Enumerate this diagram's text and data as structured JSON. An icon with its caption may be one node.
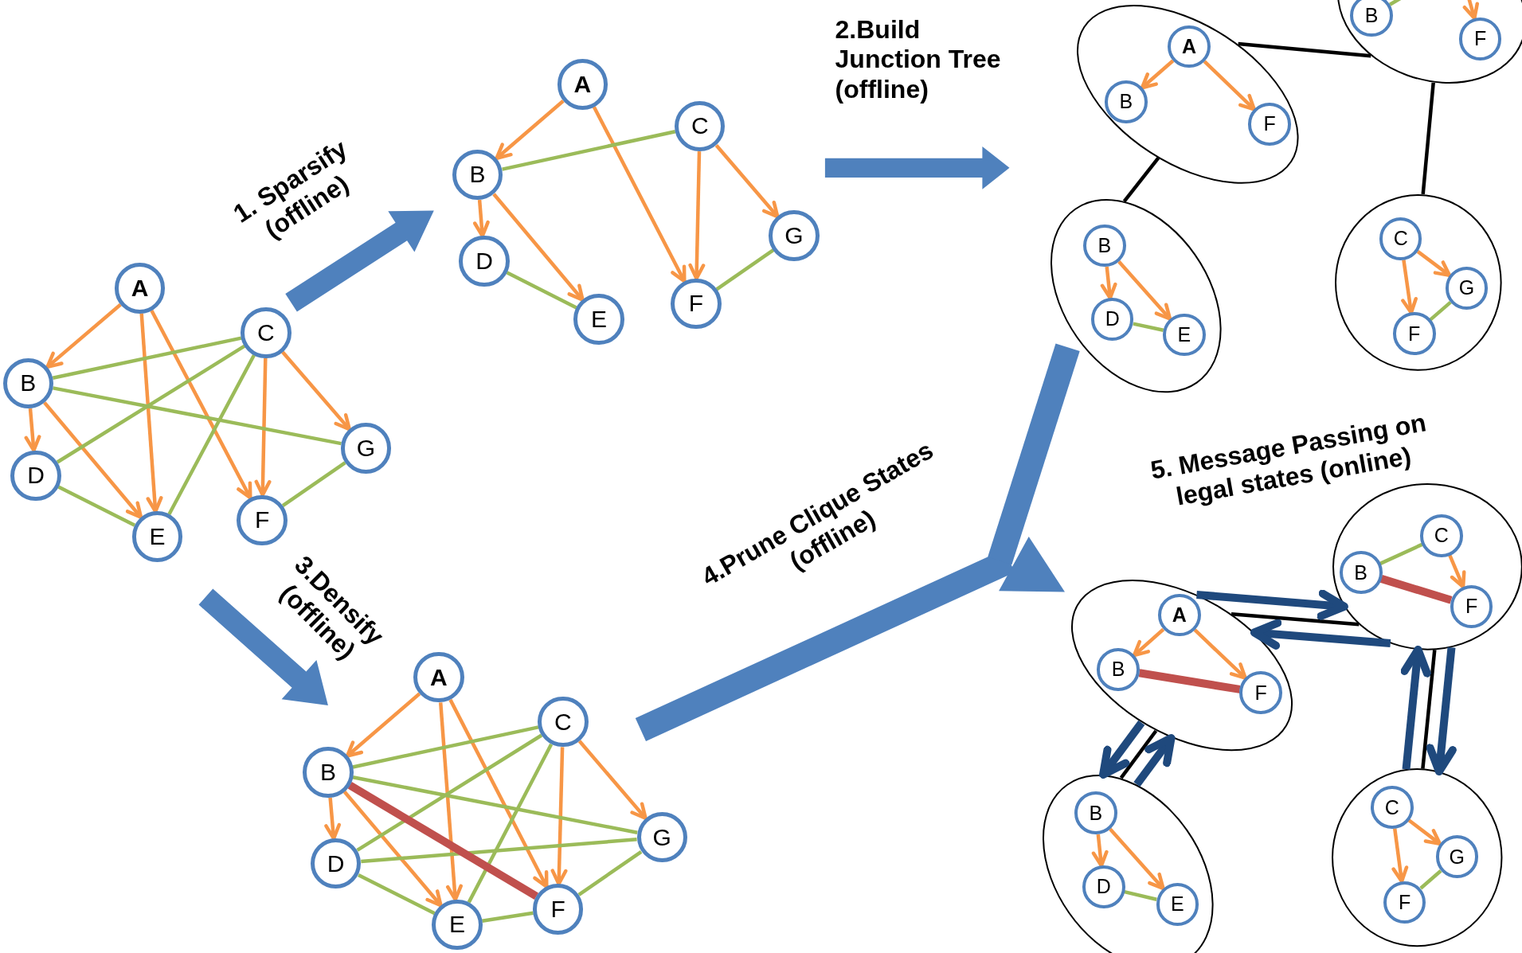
{
  "diagram": {
    "nodes": [
      {
        "text": [
          "A"
        ]
      },
      {
        "text": [
          "B"
        ]
      },
      {
        "text": [
          "C"
        ]
      },
      {
        "text": [
          "D"
        ]
      },
      {
        "text": [
          "E"
        ]
      },
      {
        "text": [
          "F"
        ]
      },
      {
        "text": [
          "G"
        ]
      },
      {
        "text": [
          "A"
        ]
      },
      {
        "text": [
          "B"
        ]
      },
      {
        "text": [
          "C"
        ]
      },
      {
        "text": [
          "D"
        ]
      },
      {
        "text": [
          "E"
        ]
      },
      {
        "text": [
          "F"
        ]
      },
      {
        "text": [
          "G"
        ]
      },
      {
        "text": [
          "A"
        ]
      },
      {
        "text": [
          "B"
        ]
      },
      {
        "text": [
          "C"
        ]
      },
      {
        "text": [
          "D"
        ]
      },
      {
        "text": [
          "E"
        ]
      },
      {
        "text": [
          "F"
        ]
      },
      {
        "text": [
          "G"
        ]
      },
      {
        "text": [],
        "shape": "ellipse"
      },
      {
        "text": [
          "A"
        ],
        "in": 21
      },
      {
        "text": [
          "B"
        ],
        "in": 21
      },
      {
        "text": [
          "F"
        ],
        "in": 21
      },
      {
        "text": [],
        "shape": "ellipse"
      },
      {
        "text": [
          "B"
        ],
        "in": 25
      },
      {
        "text": [
          "F"
        ],
        "in": 25
      },
      {
        "text": [],
        "shape": "ellipse"
      },
      {
        "text": [
          "B"
        ],
        "in": 28
      },
      {
        "text": [
          "D"
        ],
        "in": 28
      },
      {
        "text": [
          "E"
        ],
        "in": 28
      },
      {
        "text": [],
        "shape": "ellipse"
      },
      {
        "text": [
          "C"
        ],
        "in": 32
      },
      {
        "text": [
          "G"
        ],
        "in": 32
      },
      {
        "text": [
          "F"
        ],
        "in": 32
      },
      {
        "text": [],
        "shape": "ellipse"
      },
      {
        "text": [
          "A"
        ],
        "in": 36
      },
      {
        "text": [
          "B"
        ],
        "in": 36
      },
      {
        "text": [
          "F"
        ],
        "in": 36
      },
      {
        "text": [],
        "shape": "ellipse"
      },
      {
        "text": [
          "B"
        ],
        "in": 40
      },
      {
        "text": [
          "C"
        ],
        "in": 40
      },
      {
        "text": [
          "F"
        ],
        "in": 40
      },
      {
        "text": [],
        "shape": "ellipse"
      },
      {
        "text": [
          "B"
        ],
        "in": 44
      },
      {
        "text": [
          "D"
        ],
        "in": 44
      },
      {
        "text": [
          "E"
        ],
        "in": 44
      },
      {
        "text": [],
        "shape": "ellipse"
      },
      {
        "text": [
          "C"
        ],
        "in": 48
      },
      {
        "text": [
          "G"
        ],
        "in": 48
      },
      {
        "text": [
          "F"
        ],
        "in": 48
      }
    ],
    "edges": [
      {
        "from": 0,
        "to": 1,
        "arrow": "to"
      },
      {
        "from": 0,
        "to": 4,
        "arrow": "to"
      },
      {
        "from": 0,
        "to": 5,
        "arrow": "to"
      },
      {
        "from": 1,
        "to": 3,
        "arrow": "to"
      },
      {
        "from": 1,
        "to": 4,
        "arrow": "to"
      },
      {
        "from": 2,
        "to": 5,
        "arrow": "to"
      },
      {
        "from": 2,
        "to": 6,
        "arrow": "to"
      },
      {
        "from": 1,
        "to": 2,
        "arrow": "none",
        "color": "#9bbb59"
      },
      {
        "from": 1,
        "to": 6,
        "arrow": "none",
        "color": "#9bbb59"
      },
      {
        "from": 3,
        "to": 2,
        "arrow": "none",
        "color": "#9bbb59"
      },
      {
        "from": 3,
        "to": 4,
        "arrow": "none",
        "color": "#9bbb59"
      },
      {
        "from": 4,
        "to": 2,
        "arrow": "none",
        "color": "#9bbb59"
      },
      {
        "from": 5,
        "to": 6,
        "arrow": "none",
        "color": "#9bbb59"
      },
      {
        "from": 7,
        "to": 8,
        "arrow": "to"
      },
      {
        "from": 7,
        "to": 12,
        "arrow": "to"
      },
      {
        "from": 8,
        "to": 10,
        "arrow": "to"
      },
      {
        "from": 8,
        "to": 11,
        "arrow": "to"
      },
      {
        "from": 9,
        "to": 12,
        "arrow": "to"
      },
      {
        "from": 9,
        "to": 13,
        "arrow": "to"
      },
      {
        "from": 8,
        "to": 9,
        "arrow": "none",
        "color": "#9bbb59"
      },
      {
        "from": 10,
        "to": 11,
        "arrow": "none",
        "color": "#9bbb59"
      },
      {
        "from": 12,
        "to": 13,
        "arrow": "none",
        "color": "#9bbb59"
      },
      {
        "from": 14,
        "to": 15,
        "arrow": "to"
      },
      {
        "from": 14,
        "to": 18,
        "arrow": "to"
      },
      {
        "from": 14,
        "to": 19,
        "arrow": "to"
      },
      {
        "from": 15,
        "to": 17,
        "arrow": "to"
      },
      {
        "from": 15,
        "to": 18,
        "arrow": "to"
      },
      {
        "from": 16,
        "to": 19,
        "arrow": "to"
      },
      {
        "from": 16,
        "to": 20,
        "arrow": "to"
      },
      {
        "from": 15,
        "to": 16,
        "arrow": "none",
        "color": "#9bbb59"
      },
      {
        "from": 15,
        "to": 20,
        "arrow": "none",
        "color": "#9bbb59"
      },
      {
        "from": 17,
        "to": 16,
        "arrow": "none",
        "color": "#9bbb59"
      },
      {
        "from": 17,
        "to": 20,
        "arrow": "none",
        "color": "#9bbb59"
      },
      {
        "from": 17,
        "to": 18,
        "arrow": "none",
        "color": "#9bbb59"
      },
      {
        "from": 18,
        "to": 16,
        "arrow": "none",
        "color": "#9bbb59"
      },
      {
        "from": 18,
        "to": 19,
        "arrow": "none",
        "color": "#9bbb59"
      },
      {
        "from": 19,
        "to": 20,
        "arrow": "none",
        "color": "#9bbb59"
      },
      {
        "from": 15,
        "to": 19,
        "arrow": "none",
        "style": "thick",
        "color": "#c0504d"
      },
      {
        "from": 22,
        "to": 23,
        "arrow": "to"
      },
      {
        "from": 22,
        "to": 24,
        "arrow": "to"
      },
      {
        "from": 26,
        "to": null,
        "arrow": "none",
        "color": "#9bbb59"
      },
      {
        "from": null,
        "to": 27,
        "arrow": "to"
      },
      {
        "from": 29,
        "to": 30,
        "arrow": "to"
      },
      {
        "from": 29,
        "to": 31,
        "arrow": "to"
      },
      {
        "from": 30,
        "to": 31,
        "arrow": "none",
        "color": "#9bbb59"
      },
      {
        "from": 33,
        "to": 34,
        "arrow": "to"
      },
      {
        "from": 33,
        "to": 35,
        "arrow": "to"
      },
      {
        "from": 35,
        "to": 34,
        "arrow": "none",
        "color": "#9bbb59"
      },
      {
        "from": 21,
        "to": 25,
        "arrow": "none",
        "color": "#000000"
      },
      {
        "from": 21,
        "to": 28,
        "arrow": "none",
        "color": "#000000"
      },
      {
        "from": 25,
        "to": 32,
        "arrow": "none",
        "color": "#000000"
      },
      {
        "from": 37,
        "to": 38,
        "arrow": "to"
      },
      {
        "from": 37,
        "to": 39,
        "arrow": "to"
      },
      {
        "from": 38,
        "to": 39,
        "arrow": "none",
        "style": "thick",
        "color": "#c0504d"
      },
      {
        "from": 42,
        "to": 41,
        "arrow": "none",
        "color": "#9bbb59"
      },
      {
        "from": 42,
        "to": 43,
        "arrow": "to"
      },
      {
        "from": 41,
        "to": 43,
        "arrow": "none",
        "style": "thick",
        "color": "#c0504d"
      },
      {
        "from": 45,
        "to": 46,
        "arrow": "to"
      },
      {
        "from": 45,
        "to": 47,
        "arrow": "to"
      },
      {
        "from": 46,
        "to": 47,
        "arrow": "none",
        "color": "#9bbb59"
      },
      {
        "from": 49,
        "to": 50,
        "arrow": "to"
      },
      {
        "from": 49,
        "to": 51,
        "arrow": "to"
      },
      {
        "from": 51,
        "to": 50,
        "arrow": "none",
        "color": "#9bbb59"
      },
      {
        "from": 36,
        "to": 40,
        "arrow": "none",
        "color": "#000000"
      },
      {
        "from": 36,
        "to": 44,
        "arrow": "none",
        "color": "#000000"
      },
      {
        "from": 40,
        "to": 48,
        "arrow": "none",
        "color": "#000000"
      },
      {
        "from": 36,
        "to": 40,
        "arrow": "to",
        "style": "thick",
        "color": "#1f497d"
      },
      {
        "from": 40,
        "to": 36,
        "arrow": "to",
        "style": "thick",
        "color": "#1f497d"
      },
      {
        "from": 40,
        "to": 48,
        "arrow": "to",
        "style": "thick",
        "color": "#1f497d"
      },
      {
        "from": 48,
        "to": 40,
        "arrow": "to",
        "style": "thick",
        "color": "#1f497d"
      },
      {
        "from": 36,
        "to": 44,
        "arrow": "to",
        "style": "thick",
        "color": "#1f497d"
      },
      {
        "from": 44,
        "to": 36,
        "arrow": "to",
        "style": "thick",
        "color": "#1f497d"
      }
    ],
    "labels": [
      "1. Sparsify (offline)",
      "2.Build Junction Tree (offline)",
      "3.Densify (offline)",
      "4.Prune Clique States (offline)",
      "5. Message Passing on legal states (online)"
    ]
  }
}
